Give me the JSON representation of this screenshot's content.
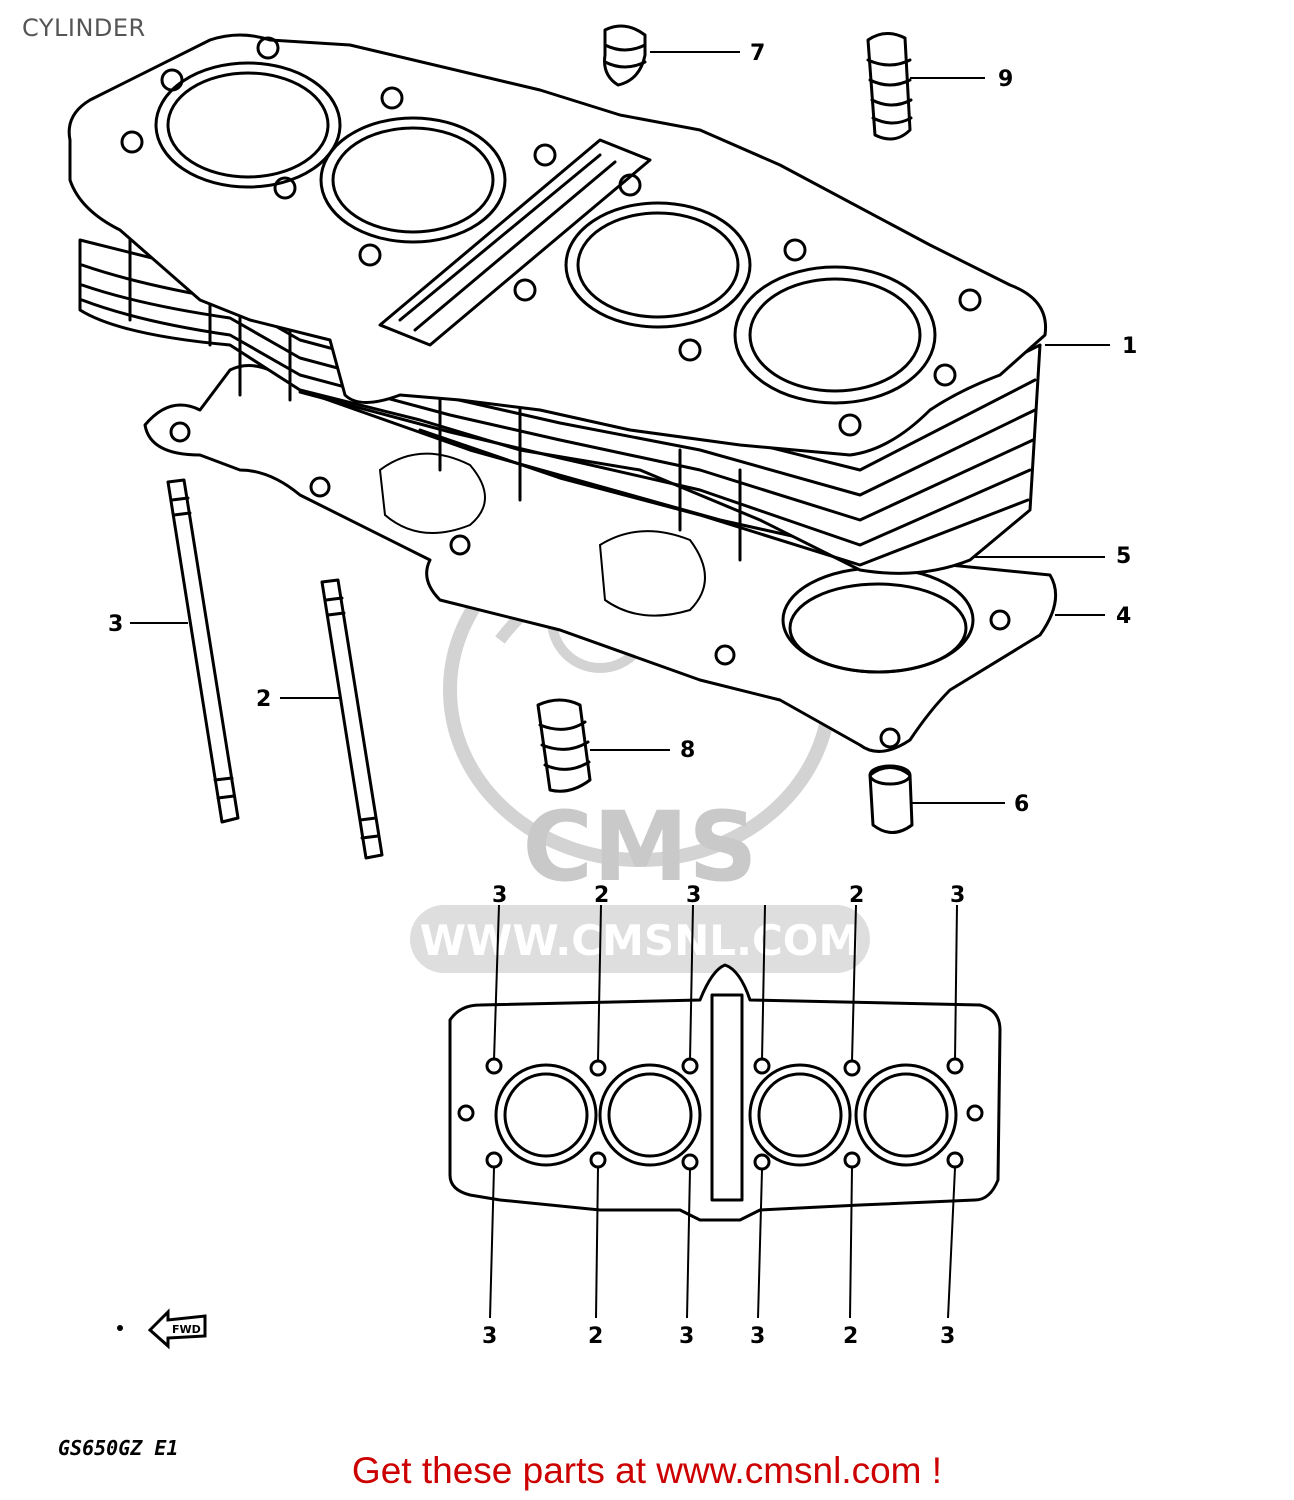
{
  "title": "CYLINDER",
  "model_code": "GS650GZ E1",
  "footer_link": "Get these parts at www.cmsnl.com !",
  "watermark": {
    "brand": "CMS",
    "url": "WWW.CMSNL.COM"
  },
  "part_callouts": [
    "1",
    "2",
    "3",
    "4",
    "5",
    "6",
    "7",
    "8",
    "9"
  ],
  "bolt_pattern_top": [
    "3",
    "2",
    "3",
    "2",
    "3"
  ],
  "bolt_pattern_bottom": [
    "3",
    "2",
    "3",
    "3",
    "2",
    "3"
  ],
  "direction_label": "FWD",
  "colors": {
    "title": "#555555",
    "footer": "#cc0000",
    "line": "#000000",
    "watermark": "#c9c9c9"
  }
}
